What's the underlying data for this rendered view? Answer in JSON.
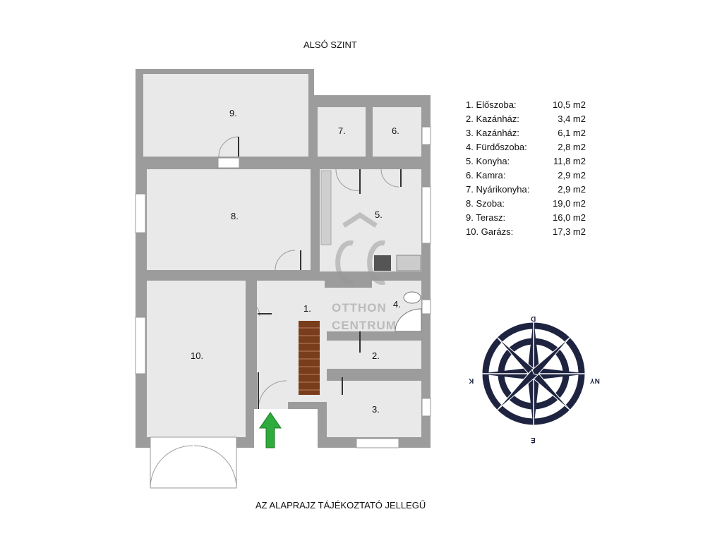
{
  "title": "ALSÓ SZINT",
  "footer": "AZ ALAPRAJZ TÁJÉKOZTATÓ JELLEGŰ",
  "rooms": [
    {
      "label": "1. Előszoba:",
      "area": "10,5 m2"
    },
    {
      "label": "2. Kazánház:",
      "area": "3,4 m2"
    },
    {
      "label": "3. Kazánház:",
      "area": "6,1 m2"
    },
    {
      "label": "4. Fürdőszoba:",
      "area": "2,8 m2"
    },
    {
      "label": "5. Konyha:",
      "area": "11,8 m2"
    },
    {
      "label": "6. Kamra:",
      "area": "2,9 m2"
    },
    {
      "label": "7. Nyárikonyha:",
      "area": "2,9 m2"
    },
    {
      "label": "8. Szoba:",
      "area": "19,0 m2"
    },
    {
      "label": "9. Terasz:",
      "area": "16,0 m2"
    },
    {
      "label": "10. Garázs:",
      "area": "17,3 m2"
    }
  ],
  "plan_labels": [
    "1.",
    "2.",
    "3.",
    "4.",
    "5.",
    "6.",
    "7.",
    "8.",
    "9.",
    "10."
  ],
  "compass": {
    "top": "D",
    "bottom": "É",
    "left": "K",
    "right": "NY"
  },
  "watermark": {
    "line1": "OTTHON",
    "line2": "CENTRUM"
  },
  "colors": {
    "wall": "#9c9c9c",
    "room": "#e9e9e9",
    "stairs": "#7a3d1c",
    "arrow": "#2faa3c",
    "compass": "#1e2440"
  }
}
